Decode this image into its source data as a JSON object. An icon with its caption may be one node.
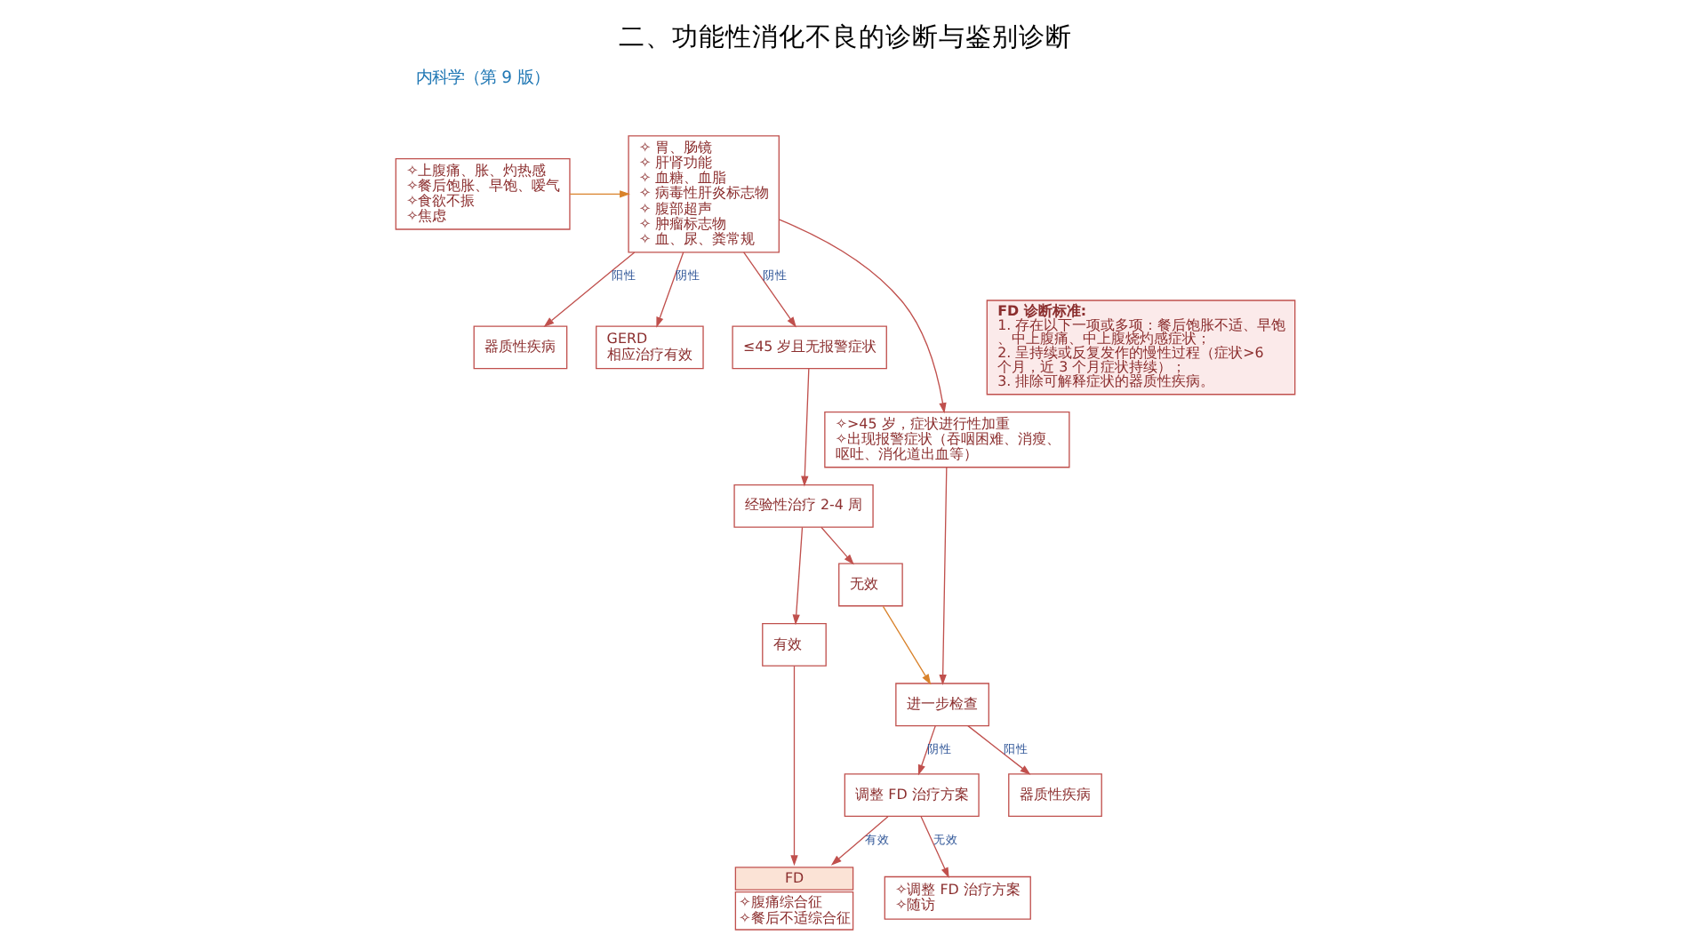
{
  "diagram": {
    "title": "二、功能性消化不良的诊断与鉴别诊断",
    "nodes": [
      {
        "text": [
          "✧上腹痛、胀、灼热感",
          "✧餐后饱胀、早饱、嗳气",
          "✧食欲不振",
          "✧焦虑"
        ]
      },
      {
        "text": [
          "✧ 胃、肠镜",
          "✧ 肝肾功能",
          "✧ 血糖、血脂",
          "✧ 病毒性肝炎标志物",
          "✧ 腹部超声",
          "✧ 肿瘤标志物",
          "✧ 血、尿、粪常规"
        ]
      },
      {
        "text": [
          "器质性疾病"
        ]
      },
      {
        "text": [
          "GERD",
          "相应治疗有效"
        ]
      },
      {
        "text": [
          "≤45 岁且无报警症状"
        ]
      },
      {
        "text": [
          "✧>45 岁，症状进行性加重",
          "✧出现报警症状（吞咽困难、消瘦、呕吐、消化道出血等）"
        ]
      },
      {
        "text": [
          "经验性治疗 2-4 周"
        ]
      },
      {
        "text": [
          "有效"
        ]
      },
      {
        "text": [
          "无效"
        ]
      },
      {
        "text": [
          "进一步检查"
        ]
      },
      {
        "text": [
          "FD",
          "✧腹痛综合征",
          "✧餐后不适综合征"
        ]
      },
      {
        "text": [
          "调整 FD 治疗方案"
        ]
      },
      {
        "text": [
          "器质性疾病"
        ]
      },
      {
        "text": [
          "✧调整 FD 治疗方案",
          "✧随访"
        ]
      },
      {
        "text": [
          "FD 诊断标准:",
          "1. 存在以下一项或多项：餐后饱胀不适、早饱、中上腹痛、中上腹烧灼感症状；",
          "2. 呈持续或反复发作的慢性过程（症状>6 个月，近 3 个月症状持续）；",
          "3. 排除可解释症状的器质性疾病。"
        ]
      }
    ],
    "edges": [
      {
        "from": 0,
        "to": 1,
        "arrow": "to",
        "color": "#d9822b"
      },
      {
        "from": 1,
        "to": 2,
        "arrow": "to",
        "label": "阳性"
      },
      {
        "from": 1,
        "to": 3,
        "arrow": "to",
        "label": "阴性"
      },
      {
        "from": 1,
        "to": 4,
        "arrow": "to",
        "label": "阴性"
      },
      {
        "from": 1,
        "to": 5,
        "arrow": "to"
      },
      {
        "from": 4,
        "to": 6,
        "arrow": "to"
      },
      {
        "from": 6,
        "to": 7,
        "arrow": "to"
      },
      {
        "from": 6,
        "to": 8,
        "arrow": "to"
      },
      {
        "from": 7,
        "to": 10,
        "arrow": "to"
      },
      {
        "from": 8,
        "to": 9,
        "arrow": "to",
        "color": "#d9822b"
      },
      {
        "from": 5,
        "to": 9,
        "arrow": "to"
      },
      {
        "from": 9,
        "to": 11,
        "arrow": "to",
        "label": "阴性"
      },
      {
        "from": 9,
        "to": 12,
        "arrow": "to",
        "label": "阳性"
      },
      {
        "from": 11,
        "to": 10,
        "arrow": "to",
        "label": "有效"
      },
      {
        "from": 11,
        "to": 13,
        "arrow": "to",
        "label": "无效"
      }
    ],
    "labels": [
      "内科学（第 9 版）"
    ]
  }
}
